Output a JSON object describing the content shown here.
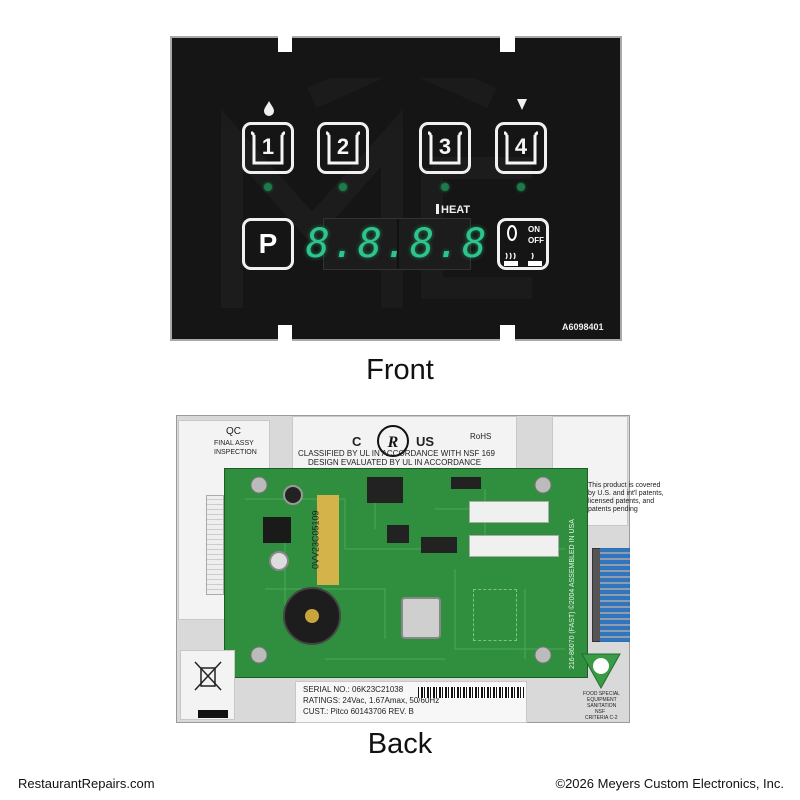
{
  "front": {
    "caption": "Front",
    "keys": [
      {
        "number": "1",
        "indicator": "drop"
      },
      {
        "number": "2",
        "indicator": ""
      },
      {
        "number": "3",
        "indicator": ""
      },
      {
        "number": "4",
        "indicator": "drop-down"
      }
    ],
    "program_key_label": "P",
    "display_digits": "8.8.8.8",
    "heat_label": "HEAT",
    "onoff_on": "ON",
    "onoff_off": "OFF",
    "model_number": "A6098401"
  },
  "back": {
    "caption": "Back",
    "qc_title": "QC",
    "qc_line1": "FINAL ASSY",
    "qc_line2": "INSPECTION",
    "ul_c": "C",
    "ul_us": "US",
    "rohs": "RoHS",
    "classified_line1": "CLASSIFIED BY UL IN ACCORDANCE WITH NSF 169",
    "classified_line2": "DESIGN EVALUATED BY UL IN ACCORDANCE",
    "serial": "SERIAL NO.: 06K23C21038",
    "ratings": "RATINGS: 24Vac, 1.67Amax, 50/60Hz",
    "cust": "CUST.: Pitco 60143706 REV. B",
    "part_number": "0VV23C05109",
    "patent_line1": "This product is covered",
    "patent_line2": "by U.S. and int'l patents,",
    "patent_line3": "licensed patents, and",
    "patent_line4": "patents pending",
    "assembled": "216-86070  (FAST) ©2004 ASSEMBLED IN USA",
    "nsf_line1": "FOOD SPECIAL",
    "nsf_line2": "EQUIPMENT",
    "nsf_line3": "SANITATION",
    "nsf_line4": "NSF",
    "nsf_line5": "CRITERIA C-2"
  },
  "footer": {
    "site": "RestaurantRepairs.com",
    "copyright": "©2026 Meyers Custom Electronics, Inc."
  },
  "colors": {
    "panel": "#151515",
    "led": "#2dc58b",
    "pcb": "#2f8f3e"
  }
}
